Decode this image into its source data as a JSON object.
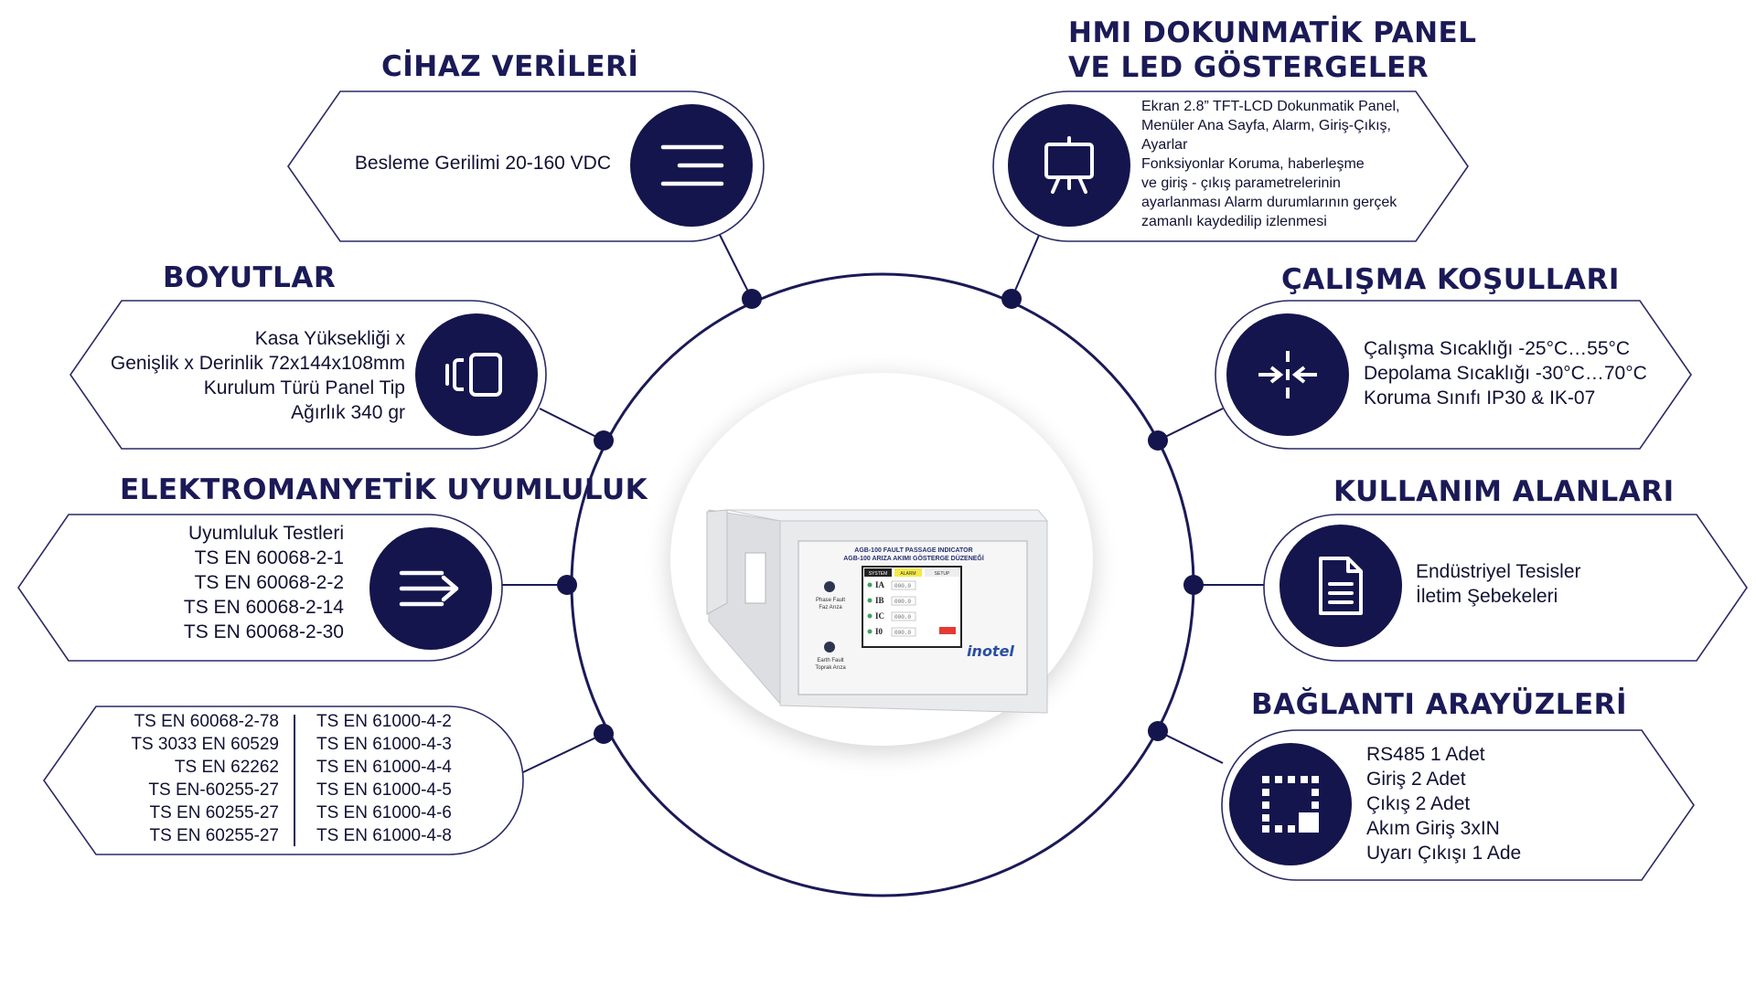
{
  "headings": {
    "device_data": "CİHAZ VERİLERİ",
    "hmi": [
      "HMI DOKUNMATİK PANEL",
      "VE LED GÖSTERGELER"
    ],
    "dimensions": "BOYUTLAR",
    "operating": "ÇALIŞMA KOŞULLARI",
    "emc": "ELEKTROMANYETİK UYUMLULUK",
    "usage": "KULLANIM ALANLARI",
    "connection": "BAĞLANTI ARAYÜZLERİ"
  },
  "panels": {
    "device_data": [
      "Besleme Gerilimi 20-160 VDC"
    ],
    "hmi": [
      "Ekran 2.8” TFT-LCD Dokunmatik Panel,",
      "Menüler Ana Sayfa, Alarm, Giriş-Çıkış,",
      "Ayarlar",
      "Fonksiyonlar Koruma, haberleşme",
      "ve giriş - çıkış parametrelerinin",
      "ayarlanması Alarm durumlarının gerçek",
      "zamanlı kaydedilip izlenmesi"
    ],
    "dimensions": [
      "Kasa Yüksekliği x",
      "Genişlik x Derinlik 72x144x108mm",
      "Kurulum Türü Panel Tip",
      "Ağırlık 340 gr"
    ],
    "operating": [
      "Çalışma Sıcaklığı -25°C…55°C",
      "Depolama Sıcaklığı -30°C…70°C",
      "Koruma Sınıfı IP30 & IK-07"
    ],
    "emc": [
      "Uyumluluk Testleri",
      "TS EN 60068-2-1",
      "TS EN 60068-2-2",
      "TS EN 60068-2-14",
      "TS EN 60068-2-30"
    ],
    "usage": [
      "Endüstriyel Tesisler",
      "İletim Şebekeleri"
    ],
    "standards_left": [
      "TS EN 60068-2-78",
      "TS 3033 EN 60529",
      "TS EN 62262",
      "TS EN-60255-27",
      "TS EN 60255-27",
      "TS EN 60255-27"
    ],
    "standards_right": [
      "TS EN 61000-4-2",
      "TS EN 61000-4-3",
      "TS EN 61000-4-4",
      "TS EN 61000-4-5",
      "TS EN 61000-4-6",
      "TS EN 61000-4-8"
    ],
    "connection": [
      "RS485 1 Adet",
      "Giriş 2 Adet",
      "Çıkış 2 Adet",
      "Akım Giriş 3xIN",
      "Uyarı Çıkışı 1 Ade"
    ]
  },
  "icons": {
    "device_data": "lines-icon",
    "hmi": "presentation-board-icon",
    "dimensions": "dimensions-icon",
    "operating": "compress-arrows-icon",
    "emc": "arrow-lines-icon",
    "usage": "document-icon",
    "connection": "interface-grid-icon"
  },
  "device": {
    "title_line1": "AGB-100 FAULT PASSAGE INDICATOR",
    "title_line2": "AGB-100 ARIZA AKIMI GÖSTERGE DÜZENEĞİ",
    "led1_label": [
      "Phase Fault",
      "Faz Arıza"
    ],
    "led2_label": [
      "Earth Fault",
      "Toprak Arıza"
    ],
    "screen_tabs": [
      "SYSTEM",
      "ALARM",
      "SETUP"
    ],
    "channels": [
      "IA",
      "IB",
      "IC",
      "I0"
    ],
    "readings": [
      "000.0",
      "000.0",
      "000.0",
      "000.0"
    ],
    "brand": "inotel"
  },
  "colors": {
    "navy": "#15154d",
    "outline": "#1b1a57",
    "device_body": "#e9eaec"
  }
}
